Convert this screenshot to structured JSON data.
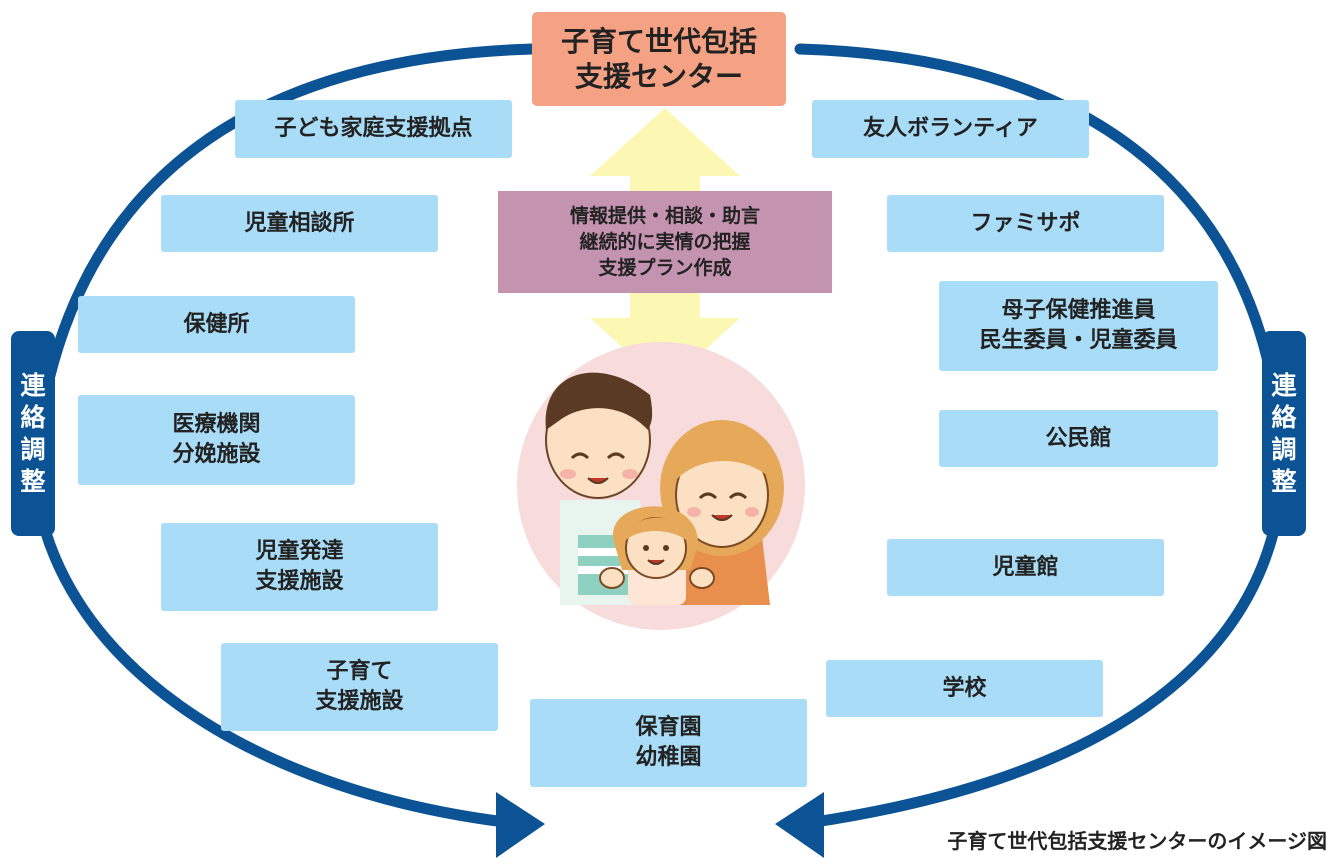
{
  "center": {
    "label": "子育て世代包括\n支援センター"
  },
  "services": {
    "label": "情報提供・相談・助言\n継続的に実情の把握\n支援プラン作成"
  },
  "side_label": {
    "chars": [
      "連",
      "絡",
      "調",
      "整"
    ]
  },
  "left_boxes": [
    "子ども家庭支援拠点",
    "児童相談所",
    "保健所",
    "医療機関\n分娩施設",
    "児童発達\n支援施設",
    "子育て\n支援施設"
  ],
  "right_boxes": [
    "友人ボランティア",
    "ファミサポ",
    "母子保健推進員\n民生委員・児童委員",
    "公民館",
    "児童館",
    "学校"
  ],
  "bottom_box": "保育園\n幼稚園",
  "caption": "子育て世代包括支援センターのイメージ図",
  "colors": {
    "ring": "#0b5394",
    "box": "#a9dcf7",
    "center_box": "#f4a184",
    "info_box": "#c393af",
    "arrow": "#fdf7b4",
    "family_bg": "#f8dcdc"
  },
  "illustration": "family-illustration"
}
